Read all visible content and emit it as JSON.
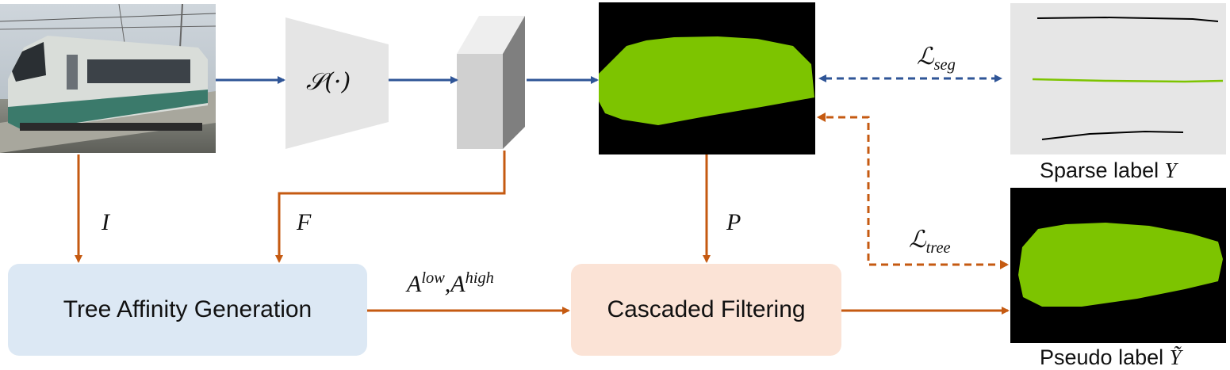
{
  "encoder": {
    "label": "𝒮(·)"
  },
  "inputs": {
    "image_var": "I",
    "feature_var": "F",
    "pred_var": "P"
  },
  "tree_affinity": {
    "label": "Tree Affinity Generation"
  },
  "cascaded": {
    "label": "Cascaded Filtering"
  },
  "affinity_var": {
    "base1": "A",
    "sup1": "low",
    "sep": ",",
    "base2": "A",
    "sup2": "high"
  },
  "loss_seg": {
    "base": "ℒ",
    "sub": "seg"
  },
  "loss_tree": {
    "base": "ℒ",
    "sub": "tree"
  },
  "sparse_caption": {
    "text": "Sparse label",
    "var": "Y"
  },
  "pseudo_caption": {
    "text": "Pseudo label",
    "var": "Ỹ"
  },
  "colors": {
    "blue_arrow": "#2f5597",
    "orange_arrow": "#c55a11",
    "mask_green": "#7dc400",
    "tree_box": "#dce8f4",
    "cascade_box": "#fbe3d6"
  }
}
